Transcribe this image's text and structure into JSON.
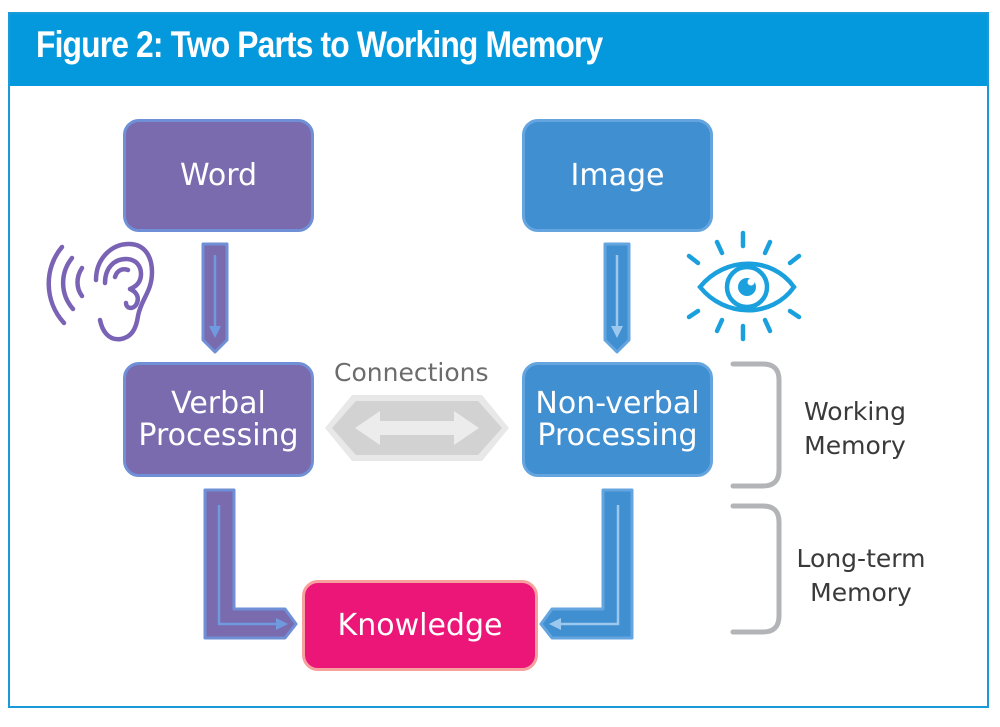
{
  "figure": {
    "title": "Figure 2: Two Parts to Working Memory"
  },
  "nodes": {
    "word": "Word",
    "image": "Image",
    "verbal": [
      "Verbal",
      "Processing"
    ],
    "nonverbal": [
      "Non-verbal",
      "Processing"
    ],
    "knowledge": "Knowledge"
  },
  "connections_label": "Connections",
  "brackets": {
    "working": [
      "Working",
      "Memory"
    ],
    "longterm": [
      "Long-term",
      "Memory"
    ]
  },
  "icons": {
    "left": "ear-icon",
    "right": "eye-icon"
  },
  "colors": {
    "header": "#0498dc",
    "verbal_path": "#7a6aae",
    "nonverbal_path": "#3f8fd1",
    "knowledge": "#ec1578",
    "connector": "#d4d4d4",
    "bracket": "#b3b4b8"
  }
}
